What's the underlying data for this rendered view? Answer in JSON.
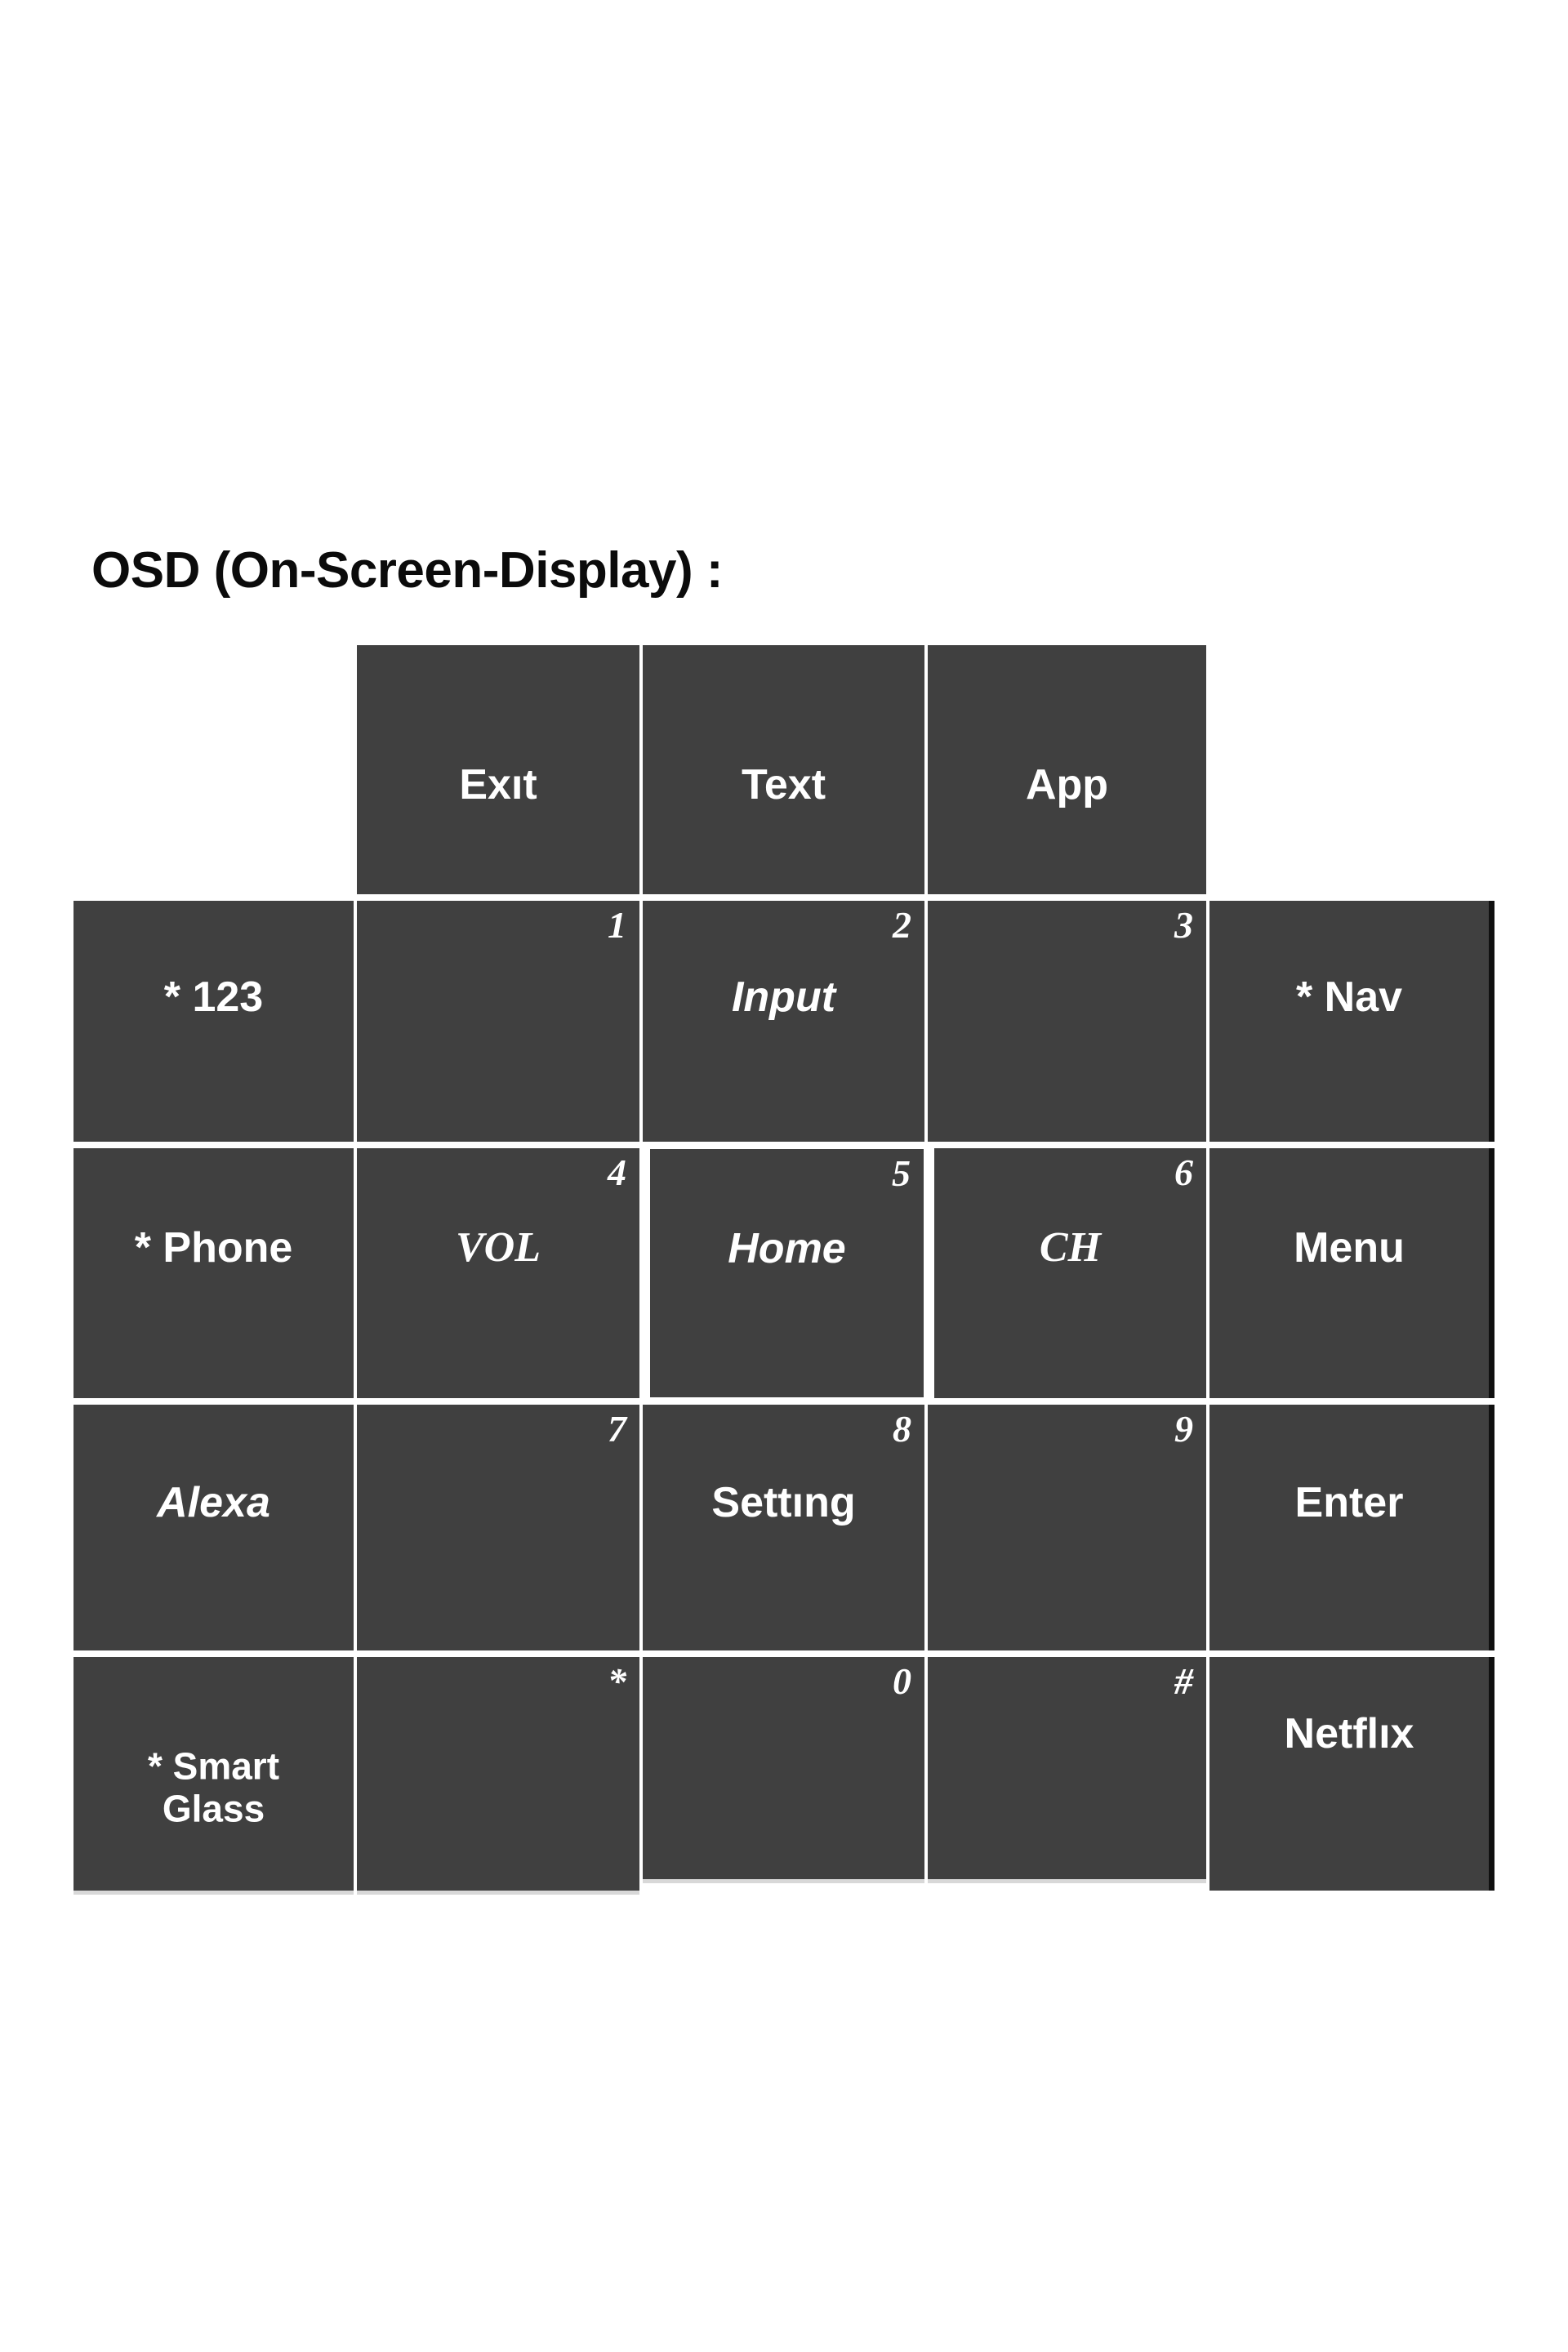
{
  "title": "OSD (On-Screen-Display) :",
  "colors": {
    "key_fill": "#404040",
    "key_text": "#ffffff",
    "page_background": "#ffffff",
    "title_text": "#0b0b0b",
    "selection_outline": "#ffffff"
  },
  "keypad": {
    "rows": [
      {
        "row_index": 0,
        "keys": [
          {
            "id": "exit",
            "digit": "",
            "label": "Exıt",
            "style": "plain"
          },
          {
            "id": "text",
            "digit": "",
            "label": "Text",
            "style": "plain"
          },
          {
            "id": "app",
            "digit": "",
            "label": "App",
            "style": "plain"
          }
        ]
      },
      {
        "row_index": 1,
        "keys": [
          {
            "id": "123",
            "digit": "",
            "label": "* 123",
            "style": "plain"
          },
          {
            "id": "num1",
            "digit": "1",
            "label": "",
            "style": "plain"
          },
          {
            "id": "num2",
            "digit": "2",
            "label": "Input",
            "style": "italic"
          },
          {
            "id": "num3",
            "digit": "3",
            "label": "",
            "style": "plain"
          },
          {
            "id": "nav",
            "digit": "",
            "label": "* Nav",
            "style": "plain"
          }
        ]
      },
      {
        "row_index": 2,
        "keys": [
          {
            "id": "phone",
            "digit": "",
            "label": "* Phone",
            "style": "plain"
          },
          {
            "id": "num4",
            "digit": "4",
            "label": "VOL",
            "style": "serif-italic"
          },
          {
            "id": "num5",
            "digit": "5",
            "label": "Home",
            "style": "italic",
            "selected": true
          },
          {
            "id": "num6",
            "digit": "6",
            "label": "CH",
            "style": "serif-italic"
          },
          {
            "id": "menu",
            "digit": "",
            "label": "Menu",
            "style": "plain"
          }
        ]
      },
      {
        "row_index": 3,
        "keys": [
          {
            "id": "alexa",
            "digit": "",
            "label": "Alexa",
            "style": "italic"
          },
          {
            "id": "num7",
            "digit": "7",
            "label": "",
            "style": "plain"
          },
          {
            "id": "num8",
            "digit": "8",
            "label": "Settıng",
            "style": "plain"
          },
          {
            "id": "num9",
            "digit": "9",
            "label": "",
            "style": "plain"
          },
          {
            "id": "enter",
            "digit": "",
            "label": "Enter",
            "style": "plain"
          }
        ]
      },
      {
        "row_index": 4,
        "keys": [
          {
            "id": "smart-glass",
            "digit": "",
            "label": "* Smart\nGlass",
            "style": "small"
          },
          {
            "id": "star",
            "digit": "*",
            "label": "",
            "style": "plain"
          },
          {
            "id": "num0",
            "digit": "0",
            "label": "",
            "style": "plain"
          },
          {
            "id": "hash",
            "digit": "#",
            "label": "",
            "style": "plain"
          },
          {
            "id": "netflix",
            "digit": "",
            "label": "Netflıx",
            "style": "plain"
          }
        ]
      }
    ]
  }
}
